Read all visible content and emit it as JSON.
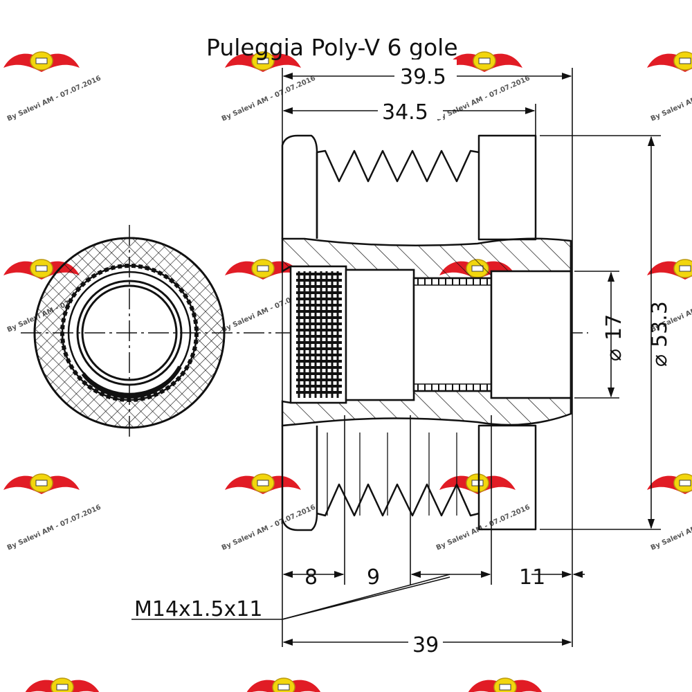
{
  "title": "Puleggia Poly-V 6 gole",
  "dimensions": {
    "overall_width_top": "39.5",
    "pulley_width": "34.5",
    "outer_diameter": "53.3",
    "bore_diameter": "17",
    "diameter_symbol": "⌀",
    "section_8": "8",
    "section_9": "9",
    "section_11": "11",
    "thread": "M14x1.5x11",
    "overall_width_bottom": "39"
  },
  "watermark": {
    "text": "By Salevi AM - 07.07.2016",
    "colors": {
      "wing": "#e0101a",
      "disc": "#f2d400",
      "text": "#555555"
    }
  },
  "colors": {
    "line": "#111111",
    "background": "#ffffff"
  }
}
